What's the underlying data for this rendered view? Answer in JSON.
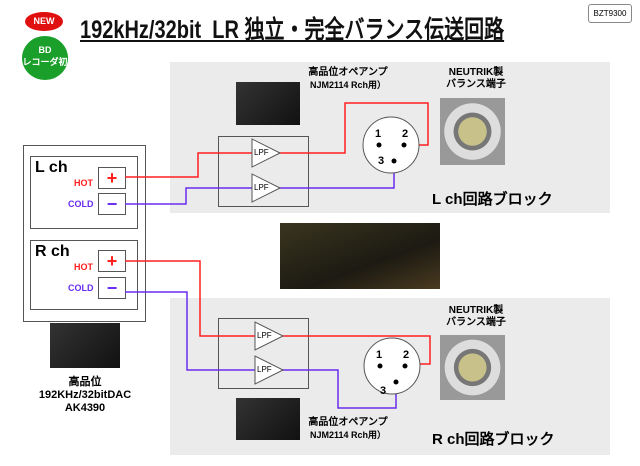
{
  "header": {
    "new_badge": "NEW",
    "title": "192kHz/32bit  LR 独立・完全バランス伝送回路",
    "model": "BZT9300"
  },
  "bd_badge": {
    "line1": "BD",
    "line2": "レコーダ初"
  },
  "left_block": {
    "opamp_label1": "高品位オペアンプ",
    "opamp_label2": "NJM2114 Rch用）",
    "neutrik1": "NEUTRIK製",
    "neutrik2": "バランス端子",
    "lpf": "LPF",
    "pins": [
      "1",
      "2",
      "3"
    ],
    "title": "L ch回路ブロック"
  },
  "right_block": {
    "opamp_label1": "高品位オペアンプ",
    "opamp_label2": "NJM2114 Rch用）",
    "neutrik1": "NEUTRIK製",
    "neutrik2": "バランス端子",
    "lpf": "LPF",
    "pins": [
      "1",
      "2",
      "3"
    ],
    "title": "R ch回路ブロック"
  },
  "inputs": {
    "l": "L ch",
    "r": "R ch",
    "hot": "HOT",
    "cold": "COLD",
    "plus": "+",
    "minus": "−"
  },
  "dac": {
    "line1": "高品位",
    "line2": "192KHz/32bitDAC",
    "line3": "AK4390"
  },
  "colors": {
    "hot": "#ff2020",
    "cold": "#6a2cf0",
    "new": "#e01010",
    "bd": "#1aa02a"
  }
}
